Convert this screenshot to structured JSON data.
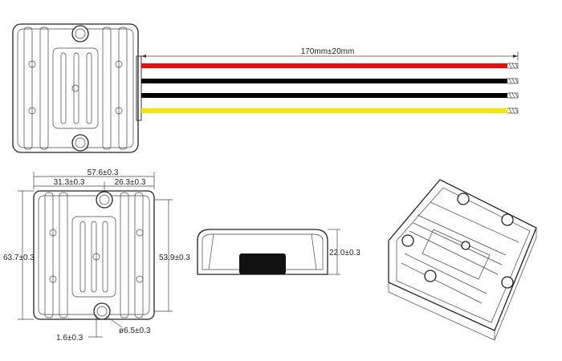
{
  "diagram": {
    "wire_length_label": "170mm±20mm",
    "wires": [
      {
        "name": "red-wire",
        "color": "#e31010"
      },
      {
        "name": "black-wire",
        "color": "#000000"
      },
      {
        "name": "black-wire",
        "color": "#000000"
      },
      {
        "name": "yellow-wire",
        "color": "#f5e600"
      }
    ],
    "front_view": {
      "overall_width": "57.6±0.3",
      "left_to_hole": "31.3±0.3",
      "hole_to_right": "26.3±0.3",
      "overall_height": "63.7±0.3",
      "mount_spacing": "53.9±0.3",
      "hole_diameter": "ø6.5±0.3",
      "flange_thickness": "1.6±0.3"
    },
    "side_view": {
      "height": "22.0±0.3"
    }
  }
}
